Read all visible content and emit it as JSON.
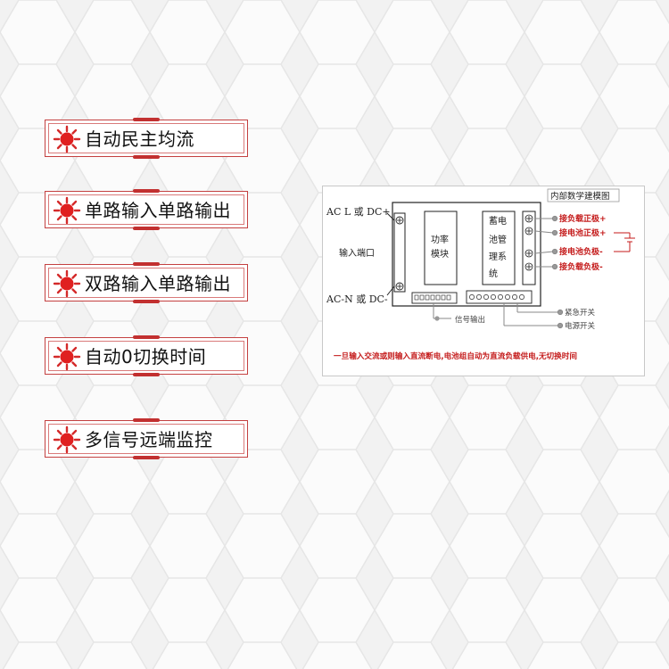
{
  "features": [
    {
      "label": "自动民主均流",
      "icon": "red-sun-icon"
    },
    {
      "label": "单路输入单路输出",
      "icon": "red-sun-icon"
    },
    {
      "label": "双路输入单路输出",
      "icon": "red-sun-icon"
    },
    {
      "label": "自动0切换时间",
      "icon": "red-sun-icon"
    },
    {
      "label": "多信号远端监控",
      "icon": "red-sun-icon"
    }
  ],
  "diagram": {
    "title": "内部数学建模图",
    "input_top": "AC L 或 DC+",
    "input_port": "输入端口",
    "input_bottom": "AC-N 或 DC-",
    "power_module": [
      "功率",
      "模块"
    ],
    "battery_system": [
      "蓄电",
      "池管",
      "理系",
      "统"
    ],
    "outputs": [
      "接负载正极+",
      "接电池正极+",
      "接电池负极-",
      "接负载负极-"
    ],
    "signal_output": "信号输出",
    "emergency_switch": "紧急开关",
    "power_switch": "电源开关",
    "note": "一旦输入交流或则输入直流断电,电池组自动为直流负载供电,无切换时间"
  },
  "colors": {
    "accent": "#c23030",
    "note_red": "#c41a1a",
    "badge_border": "#c44040"
  }
}
